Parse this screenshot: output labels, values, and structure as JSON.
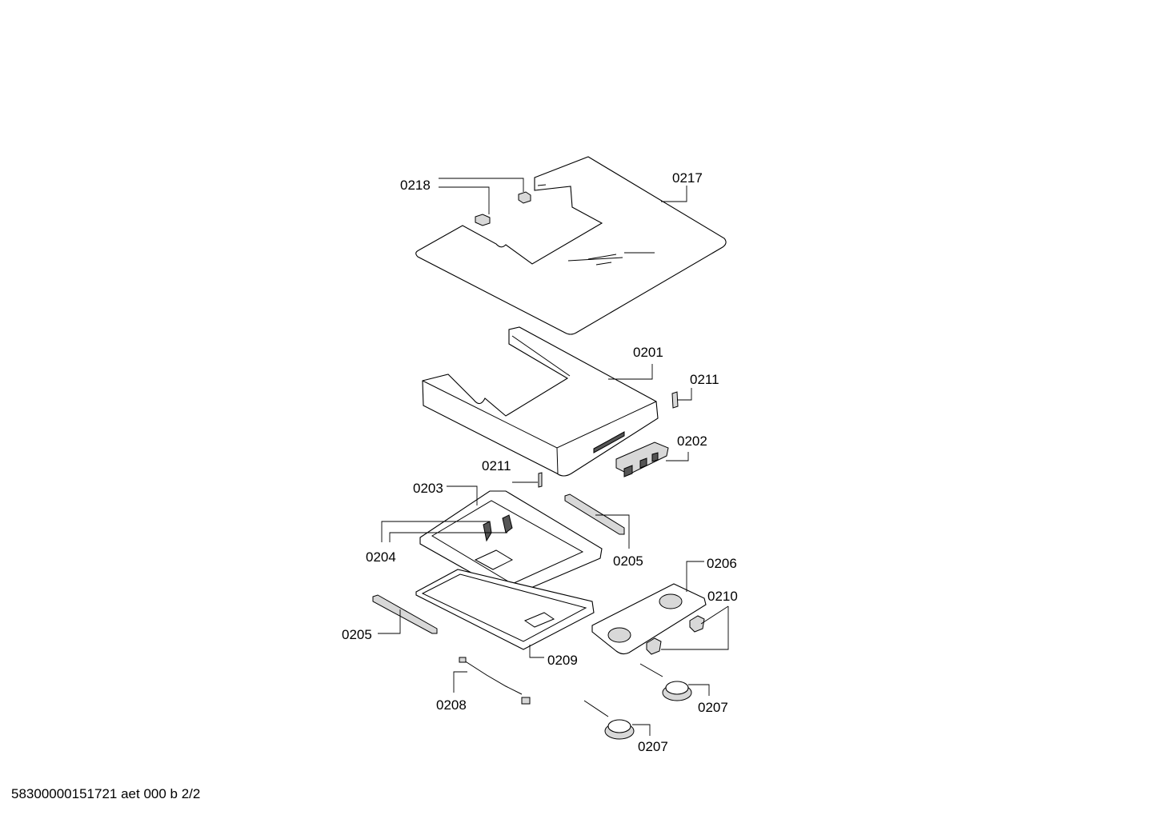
{
  "callouts": [
    {
      "id": "c0218",
      "label": "0218"
    },
    {
      "id": "c0217",
      "label": "0217"
    },
    {
      "id": "c0201",
      "label": "0201"
    },
    {
      "id": "c0211a",
      "label": "0211"
    },
    {
      "id": "c0202",
      "label": "0202"
    },
    {
      "id": "c0211b",
      "label": "0211"
    },
    {
      "id": "c0203",
      "label": "0203"
    },
    {
      "id": "c0204",
      "label": "0204"
    },
    {
      "id": "c0205a",
      "label": "0205"
    },
    {
      "id": "c0206",
      "label": "0206"
    },
    {
      "id": "c0210",
      "label": "0210"
    },
    {
      "id": "c0205b",
      "label": "0205"
    },
    {
      "id": "c0209",
      "label": "0209"
    },
    {
      "id": "c0208",
      "label": "0208"
    },
    {
      "id": "c0207a",
      "label": "0207"
    },
    {
      "id": "c0207b",
      "label": "0207"
    }
  ],
  "footer": "58300000151721 aet 000 b 2/2"
}
